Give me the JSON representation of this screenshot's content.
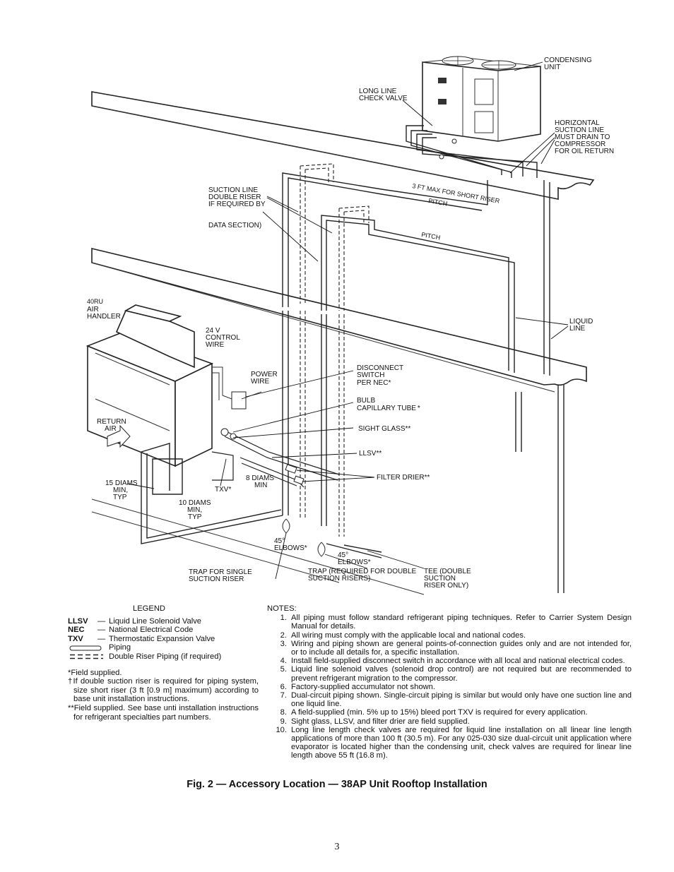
{
  "diagram": {
    "labels": {
      "condensing_unit": [
        "CONDENSING",
        "UNIT"
      ],
      "long_line_check_valve": [
        "LONG LINE",
        "CHECK VALVE"
      ],
      "horizontal_suction_line": [
        "HORIZONTAL",
        "SUCTION LINE",
        "MUST DRAIN TO",
        "COMPRESSOR",
        "FOR OIL RETURN"
      ],
      "three_ft_max": "3 FT MAX FOR SHORT RISER",
      "pitch": "PITCH",
      "suction_double_riser": [
        "SUCTION LINE",
        "DOUBLE RISER",
        "IF REQUIRED BY",
        "DATA SECTION)"
      ],
      "air_handler": [
        "40RU",
        "AIR",
        "HANDLER"
      ],
      "control_wire": [
        "24 V",
        "CONTROL",
        "WIRE"
      ],
      "power_wire": [
        "POWER",
        "WIRE"
      ],
      "disconnect": [
        "DISCONNECT",
        "SWITCH",
        "PER NEC*"
      ],
      "bulb": [
        "BULB",
        "CAPILLARY TUBE *"
      ],
      "sight_glass": "SIGHT GLASS**",
      "llsv": "LLSV**",
      "filter_drier": "FILTER DRIER**",
      "liquid_line": [
        "LIQUID",
        "LINE"
      ],
      "return_air": [
        "RETURN",
        "AIR"
      ],
      "fifteen_diams": [
        "15 DIAMS",
        "MIN,",
        "TYP"
      ],
      "ten_diams": [
        "10 DIAMS",
        "MIN,",
        "TYP"
      ],
      "eight_diams": [
        "8 DIAMS",
        "MIN"
      ],
      "txv": "TXV*",
      "elbows_a": [
        "45°",
        "ELBOWS*"
      ],
      "elbows_b": [
        "45°",
        "ELBOWS*"
      ],
      "trap_single": [
        "TRAP FOR SINGLE",
        "SUCTION RISER"
      ],
      "trap_double": [
        "TRAP (REQUIRED FOR DOUBLE",
        "SUCTION RISERS)"
      ],
      "tee": [
        "TEE (DOUBLE",
        "SUCTION",
        "RISER ONLY)"
      ]
    }
  },
  "legend": {
    "title": "LEGEND",
    "entries": [
      {
        "abbr": "LLSV",
        "dash": "—",
        "text": "Liquid Line Solenoid Valve"
      },
      {
        "abbr": "NEC",
        "dash": "—",
        "text": "National Electrical Code"
      },
      {
        "abbr": "TXV",
        "dash": "—",
        "text": "Thermostatic Expansion Valve"
      }
    ],
    "symbols": [
      {
        "name": "piping-symbol",
        "text": "Piping"
      },
      {
        "name": "double-riser-symbol",
        "text": "Double Riser Piping (if required)"
      }
    ],
    "footnotes": [
      "*Field supplied.",
      "†If double suction riser is required for piping system, size short riser (3 ft [0.9 m] maximum) according to base unit installation instructions.",
      "**Field supplied. See base unti installation instructions for refrigerant specialties part numbers."
    ]
  },
  "notes": {
    "title": "NOTES:",
    "items": [
      {
        "num": "1.",
        "text": "All piping must follow standard refrigerant piping techniques. Refer to Carrier System Design Manual for details."
      },
      {
        "num": "2.",
        "text": "All wiring must comply with the applicable local and national codes."
      },
      {
        "num": "3.",
        "text": "Wiring and piping shown are general points-of-connection guides only and are not intended for, or to include all details for, a specific installation."
      },
      {
        "num": "4.",
        "text": "Install field-supplied disconnect switch in accordance with all local and national electrical codes."
      },
      {
        "num": "5.",
        "text": "Liquid line solenoid valves (solenoid drop control) are not required but are recommended to prevent refrigerant migration to the compressor."
      },
      {
        "num": "6.",
        "text": "Factory-supplied accumulator not shown."
      },
      {
        "num": "7.",
        "text": "Dual-circuit piping shown. Single-circuit piping is similar but would only have one suction line and one liquid line."
      },
      {
        "num": "8.",
        "text": "A field-supplied (min. 5% up to 15%) bleed port TXV is required for every application."
      },
      {
        "num": "9.",
        "text": "Sight glass, LLSV, and filter drier are field supplied."
      },
      {
        "num": "10.",
        "text": "Long line length check valves are required for liquid line installation on all linear line length applications of more than 100 ft (30.5 m). For any 025-030 size dual-circuit unit application where evaporator is located higher than the condensing unit, check valves are required for linear line length above 55 ft (16.8 m)."
      }
    ]
  },
  "caption": "Fig. 2 — Accessory Location — 38AP Unit Rooftop Installation",
  "page_number": "3"
}
